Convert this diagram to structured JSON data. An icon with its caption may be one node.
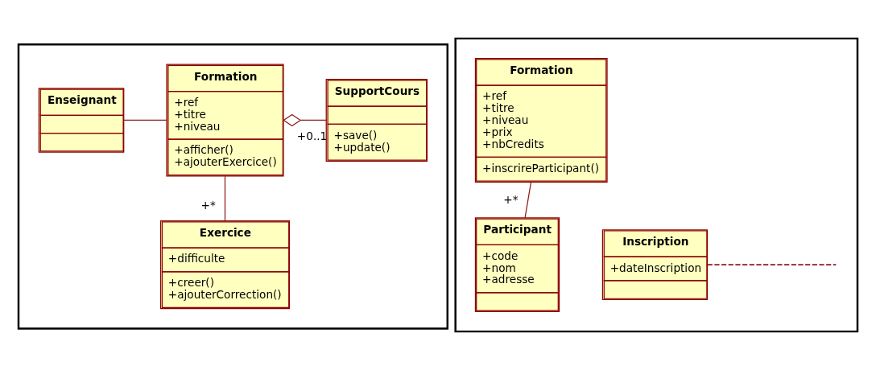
{
  "diagram": {
    "nodes": [
      {
        "text": [],
        "shape": "box"
      },
      {
        "text": [
          "Enseignant"
        ],
        "in": 0
      },
      {
        "text": [
          "Formation",
          "+ref",
          "+titre",
          "+niveau",
          "+afficher()",
          "+ajouterExercice()"
        ],
        "in": 0
      },
      {
        "text": [
          "SupportCours",
          "+save()",
          "+update()"
        ],
        "in": 0
      },
      {
        "text": [
          "Exercice",
          "+difficulte",
          "+creer()",
          "+ajouterCorrection()"
        ],
        "in": 0
      },
      {
        "text": [],
        "shape": "box"
      },
      {
        "text": [
          "Inscription",
          "+dateInscription"
        ],
        "in": 5
      },
      {
        "text": [
          "Formation",
          "+ref",
          "+titre",
          "+niveau",
          "+prix",
          "+nbCredits",
          "+inscrireParticipant()"
        ],
        "in": 5
      },
      {
        "text": [
          "Participant",
          "+code",
          "+nom",
          "+adresse"
        ],
        "in": 5
      }
    ],
    "edges": [
      {
        "from": 1,
        "to": 2,
        "arrow": "none"
      },
      {
        "from": 2,
        "to": 3,
        "arrow": "other",
        "label": "+0..1"
      },
      {
        "from": 2,
        "to": 4,
        "arrow": "none",
        "label": "+*"
      },
      {
        "from": 7,
        "to": 8,
        "arrow": "none",
        "label": "+*"
      },
      {
        "from": 6,
        "to": null,
        "arrow": "none",
        "style": "dashed"
      }
    ]
  }
}
